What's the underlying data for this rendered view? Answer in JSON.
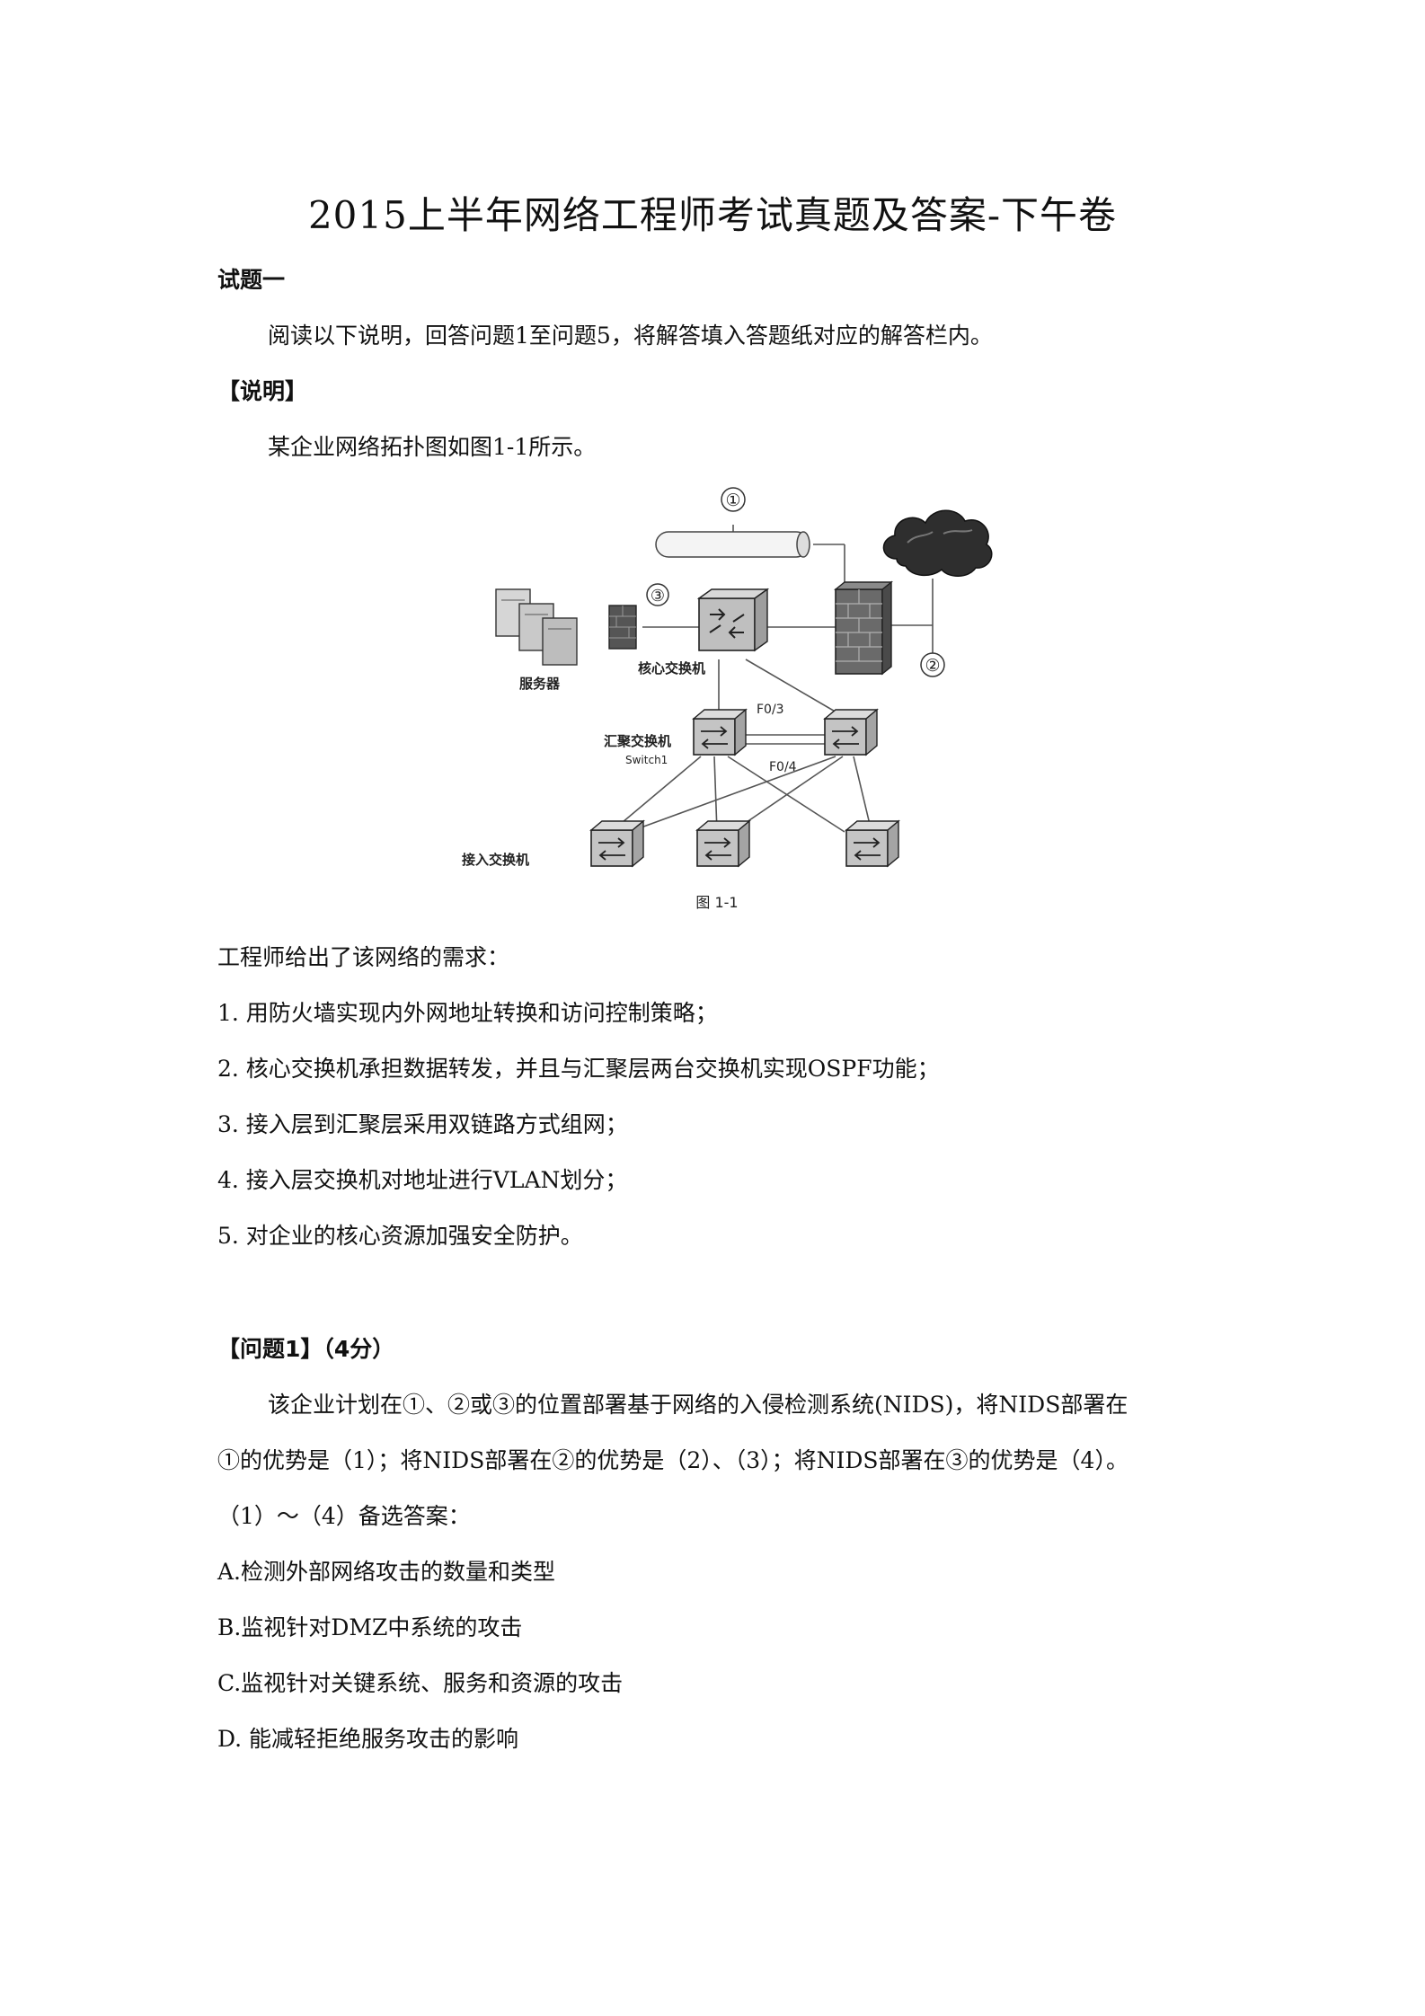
{
  "title": "2015上半年网络工程师考试真题及答案-下午卷",
  "section1": {
    "heading": "试题一",
    "instruction": "阅读以下说明，回答问题1至问题5，将解答填入答题纸对应的解答栏内。",
    "desc_heading": "【说明】",
    "desc_text": "某企业网络拓扑图如图1-1所示。"
  },
  "diagram": {
    "mark1": "①",
    "mark2": "②",
    "mark3": "③",
    "servers_label": "服务器",
    "core_label": "核心交换机",
    "agg_label": "汇聚交换机",
    "agg_sublabel": "Switch1",
    "port1": "F0/3",
    "port2": "F0/4",
    "access_label": "接入交换机",
    "caption": "图 1-1"
  },
  "requirements": {
    "intro": "工程师给出了该网络的需求：",
    "items": [
      "1.  用防火墙实现内外网地址转换和访问控制策略；",
      "2.  核心交换机承担数据转发，并且与汇聚层两台交换机实现OSPF功能；",
      "3.  接入层到汇聚层采用双链路方式组网；",
      "4.  接入层交换机对地址进行VLAN划分；",
      "5.  对企业的核心资源加强安全防护。"
    ]
  },
  "question1": {
    "heading": "【问题1】（4分）",
    "text_line1": "该企业计划在①、②或③的位置部署基于网络的入侵检测系统(NIDS)，将NIDS部署在",
    "text_line2": "①的优势是（1）；将NIDS部署在②的优势是（2）、（3）；将NIDS部署在③的优势是（4）。",
    "options_intro": "（1）～（4）备选答案：",
    "options": [
      "A.检测外部网络攻击的数量和类型",
      "B.监视针对DMZ中系统的攻击",
      "C.监视针对关键系统、服务和资源的攻击",
      "D.  能减轻拒绝服务攻击的影响"
    ]
  }
}
